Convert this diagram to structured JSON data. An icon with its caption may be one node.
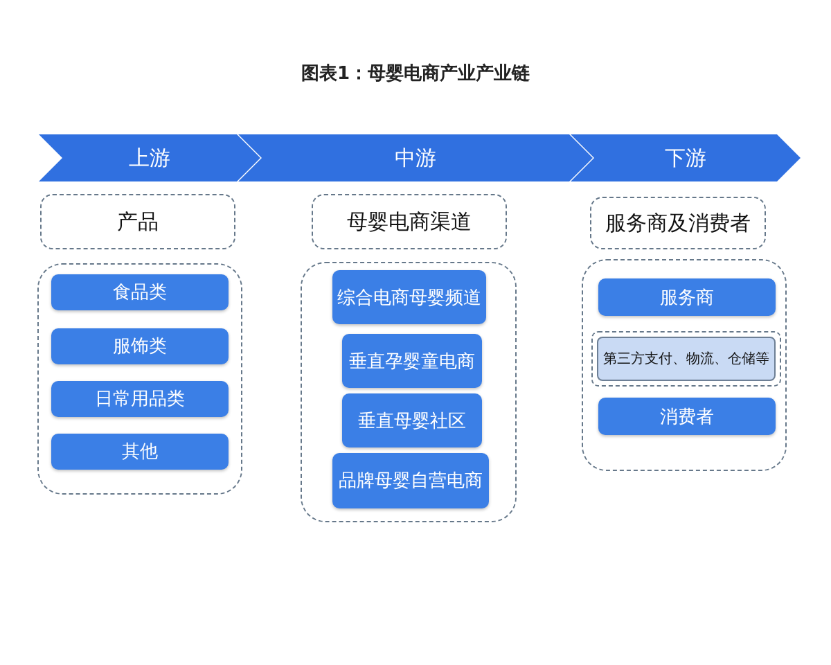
{
  "diagram": {
    "title": "图表1：母婴电商产业产业链",
    "nodes": [
      {
        "text": [
          "上游"
        ]
      },
      {
        "text": [
          "中游"
        ]
      },
      {
        "text": [
          "下游"
        ]
      },
      {
        "text": [
          "产品"
        ]
      },
      {
        "text": [
          "母婴电商渠道"
        ]
      },
      {
        "text": [
          "服务商及消费者"
        ]
      },
      {
        "text": [],
        "shape": "box"
      },
      {
        "text": [
          "食品类"
        ],
        "in": 6
      },
      {
        "text": [
          "服饰类"
        ],
        "in": 6
      },
      {
        "text": [
          "日常用品类"
        ],
        "in": 6
      },
      {
        "text": [
          "其他"
        ],
        "in": 6
      },
      {
        "text": [],
        "shape": "box"
      },
      {
        "text": [
          "综合电商母婴频道"
        ],
        "in": 11
      },
      {
        "text": [
          "垂直孕婴童电商"
        ],
        "in": 11
      },
      {
        "text": [
          "垂直母婴社区"
        ],
        "in": 11
      },
      {
        "text": [
          "品牌母婴自营电商"
        ],
        "in": 11
      },
      {
        "text": [],
        "shape": "box"
      },
      {
        "text": [
          "服务商"
        ],
        "in": 16
      },
      {
        "text": [
          "第三方支付、物流、仓储等"
        ],
        "in": 16
      },
      {
        "text": [
          "消费者"
        ],
        "in": 16
      }
    ],
    "edges": []
  }
}
